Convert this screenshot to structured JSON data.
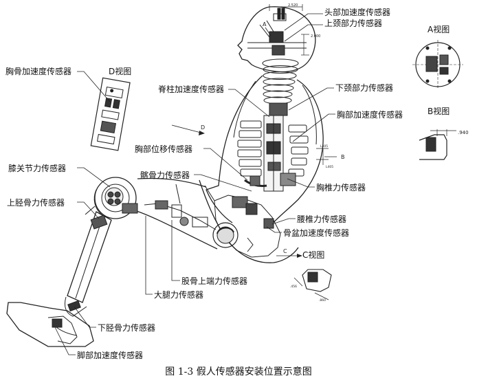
{
  "labels": {
    "head_accel": "头部加速度传感器",
    "upper_neck": "上颈部力传感器",
    "chest_accel_d": "胸骨加速度传感器",
    "spine_accel": "脊柱加速度传感器",
    "lower_neck": "下颈部力传感器",
    "chest_accel": "胸部加速度传感器",
    "chest_disp": "胸部位移传感器",
    "knee_joint": "膝关节力传感器",
    "iliac": "髂骨力传感器",
    "thoracic_spine": "胸椎力传感器",
    "upper_tibia": "上胫骨力传感器",
    "lumbar": "腰椎力传感器",
    "pelvis_accel": "骨盆加速度传感器",
    "femur_upper": "股骨上端力传感器",
    "thigh": "大腿力传感器",
    "lower_tibia": "下胫骨力传感器",
    "foot_accel": "脚部加速度传感器"
  },
  "views": {
    "a": "A视图",
    "b": "B视图",
    "c": "C视图",
    "d": "D视图"
  },
  "markers": {
    "a": "A",
    "b": "B",
    "c": "C",
    "d": "D"
  },
  "dimensions": {
    "head_width": "2.520",
    "head_offset": "2.000",
    "b_view": ".940",
    "chest_1": "L405",
    "chest_2": "L405",
    "c_view_1": ".456",
    "c_view_2": ".860"
  },
  "caption": "图 1-3 假人传感器安装位置示意图"
}
